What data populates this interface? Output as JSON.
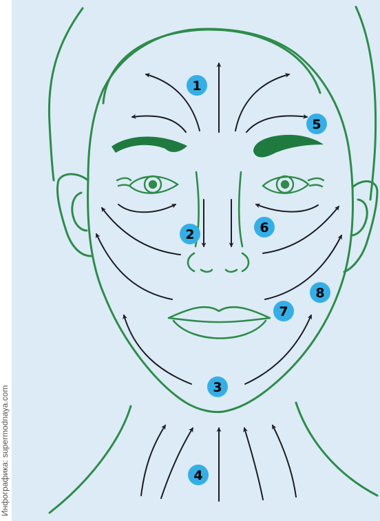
{
  "credit": "Инфографика: supermodnaya.com",
  "colors": {
    "background": "#dcebf6",
    "outline": "#2e8b4a",
    "brow": "#1f7a3f",
    "arrow": "#1c1c22",
    "badge": "#35aee6",
    "badge_text": "#000000"
  },
  "markers": {
    "m1": "1",
    "m2": "2",
    "m3": "3",
    "m4": "4",
    "m5": "5",
    "m6": "6",
    "m7": "7",
    "m8": "8"
  }
}
